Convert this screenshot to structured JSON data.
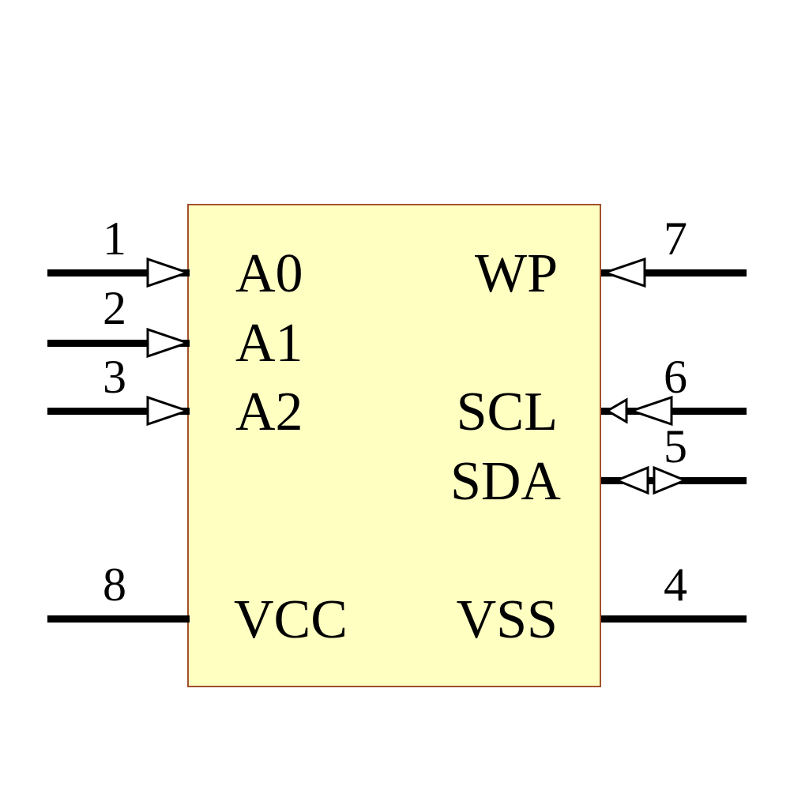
{
  "component": {
    "kind": "ic-schematic-symbol",
    "body_fill": "#ffffc2",
    "body_border": "#a0522d",
    "pin_color": "#000000",
    "text_color": "#000000"
  },
  "pins": [
    {
      "number": "1",
      "name": "A0",
      "side": "left",
      "arrow": "input-right"
    },
    {
      "number": "2",
      "name": "A1",
      "side": "left",
      "arrow": "input-right"
    },
    {
      "number": "3",
      "name": "A2",
      "side": "left",
      "arrow": "input-right"
    },
    {
      "number": "8",
      "name": "VCC",
      "side": "left",
      "arrow": "none"
    },
    {
      "number": "7",
      "name": "WP",
      "side": "right",
      "arrow": "input-left"
    },
    {
      "number": "6",
      "name": "SCL",
      "side": "right",
      "arrow": "double-left"
    },
    {
      "number": "5",
      "name": "SDA",
      "side": "right",
      "arrow": "bidirectional"
    },
    {
      "number": "4",
      "name": "VSS",
      "side": "right",
      "arrow": "none"
    }
  ]
}
